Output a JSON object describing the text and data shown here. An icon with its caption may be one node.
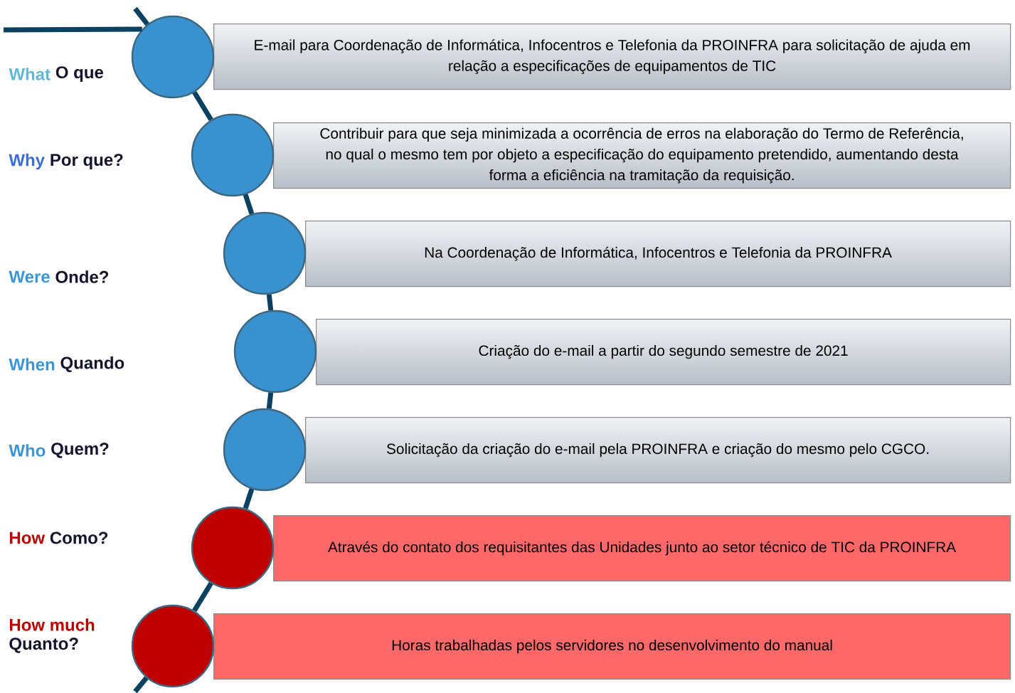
{
  "diagram": {
    "nodes": [
      {
        "text": [
          "E-mail para Coordenação de Informática, Infocentros e Telefonia da PROINFRA para solicitação de ajuda em relação a especificações de equipamentos de TIC"
        ]
      },
      {
        "text": [
          "Contribuir para que seja minimizada a ocorrência de erros na elaboração do Termo de Referência, no qual o mesmo tem por objeto a especificação do equipamento pretendido, aumentando desta forma a eficiência na tramitação da requisição."
        ]
      },
      {
        "text": [
          "Na Coordenação de Informática, Infocentros e Telefonia da PROINFRA"
        ]
      },
      {
        "text": [
          "Criação do e-mail a partir do segundo semestre de 2021"
        ]
      },
      {
        "text": [
          "Solicitação da criação do e-mail pela PROINFRA e criação do mesmo pelo CGCO."
        ]
      },
      {
        "text": [
          "Através do contato dos requisitantes das Unidades junto ao setor técnico de TIC da PROINFRA"
        ]
      },
      {
        "text": [
          "Horas trabalhadas pelos servidores no desenvolvimento do manual"
        ]
      },
      {
        "text": [],
        "shape": "circle"
      },
      {
        "text": [],
        "shape": "circle"
      },
      {
        "text": [],
        "shape": "circle"
      },
      {
        "text": [],
        "shape": "circle"
      },
      {
        "text": [],
        "shape": "circle"
      },
      {
        "text": [],
        "shape": "circle"
      },
      {
        "text": [],
        "shape": "circle"
      }
    ],
    "edges": [
      {
        "from": null,
        "to": 7,
        "arrow": "none"
      },
      {
        "from": null,
        "to": 7,
        "arrow": "none"
      },
      {
        "from": 7,
        "to": 8,
        "arrow": "none"
      },
      {
        "from": 8,
        "to": 9,
        "arrow": "none"
      },
      {
        "from": 9,
        "to": 10,
        "arrow": "none"
      },
      {
        "from": 10,
        "to": 11,
        "arrow": "none"
      },
      {
        "from": 11,
        "to": 12,
        "arrow": "none"
      },
      {
        "from": 12,
        "to": 13,
        "arrow": "none"
      },
      {
        "from": 13,
        "to": null,
        "arrow": "none"
      }
    ],
    "labels": [
      "What",
      "O que",
      "Why",
      "Por que?",
      "Were",
      "Onde?",
      "When",
      "Quando",
      "Who",
      "Quem?",
      "How",
      "Como?",
      "How much",
      "Quanto?"
    ]
  }
}
